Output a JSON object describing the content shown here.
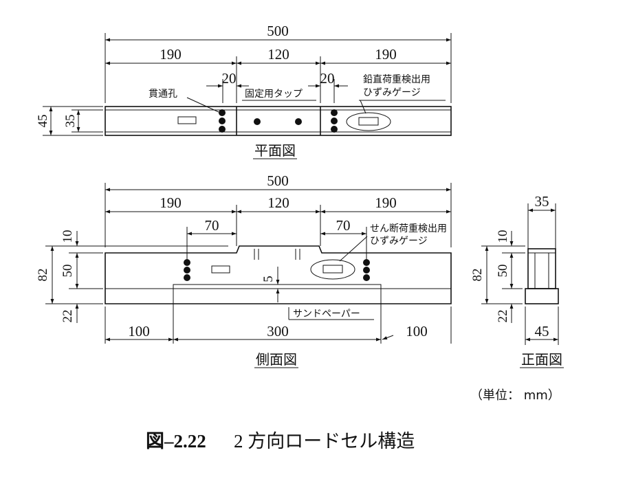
{
  "plan_view": {
    "title": "平面図",
    "dim_total": "500",
    "dim_left": "190",
    "dim_center": "120",
    "dim_right": "190",
    "dim_gap_left": "20",
    "dim_gap_right": "20",
    "dim_width_outer": "45",
    "dim_width_inner": "35",
    "label_hole": "貫通孔",
    "label_tap": "固定用タップ",
    "label_gauge_line1": "鉛直荷重検出用",
    "label_gauge_line2": "ひずみゲージ"
  },
  "side_view": {
    "title": "側面図",
    "dim_total": "500",
    "dim_left": "190",
    "dim_center": "120",
    "dim_right": "190",
    "dim_offset_left": "70",
    "dim_offset_right": "70",
    "dim_top": "10",
    "dim_height": "82",
    "dim_mid": "50",
    "dim_bottom": "22",
    "dim_recess": "5",
    "dim_base_left": "100",
    "dim_base_center": "300",
    "dim_base_right": "100",
    "label_gauge_line1": "せん断荷重検出用",
    "label_gauge_line2": "ひずみゲージ",
    "label_sandpaper": "サンドペーパー"
  },
  "front_view": {
    "title": "正面図",
    "dim_top_width": "35",
    "dim_bottom_width": "45",
    "dim_top": "10",
    "dim_height": "82",
    "dim_mid": "50",
    "dim_bottom": "22"
  },
  "unit_note": "（単位： mm）",
  "caption": {
    "figure_number": "図–2.22",
    "figure_title": "2 方向ロードセル構造"
  }
}
